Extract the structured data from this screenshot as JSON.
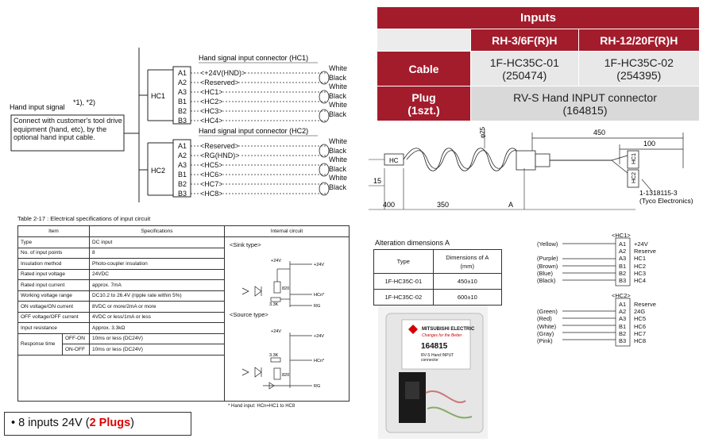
{
  "inputs_table": {
    "header": "Inputs",
    "models": [
      "RH-3/6F(R)H",
      "RH-12/20F(R)H"
    ],
    "rows": [
      {
        "label": "Cable",
        "values": [
          "1F-HC35C-01\n(250474)",
          "1F-HC35C-02\n(254395)"
        ]
      },
      {
        "label": "Plug\n(1szt.)",
        "value": "RV-S Hand INPUT connector\n(164815)"
      }
    ]
  },
  "hand_signal": {
    "label": "Hand input signal",
    "footnote_mark": "*1), *2)",
    "box_text": "Connect with customer's tool drive equipment (hand, etc), by the optional hand input cable.",
    "hc1": {
      "name": "HC1",
      "title": "Hand signal input connector (HC1)",
      "pins": [
        {
          "pin": "A1",
          "signal": "<+24V(HND)>",
          "wire": "White"
        },
        {
          "pin": "A2",
          "signal": "<Reserved>",
          "wire": "Black"
        },
        {
          "pin": "A3",
          "signal": "<HC1>",
          "wire": "White"
        },
        {
          "pin": "B1",
          "signal": "<HC2>",
          "wire": "Black"
        },
        {
          "pin": "B2",
          "signal": "<HC3>",
          "wire": "White"
        },
        {
          "pin": "B3",
          "signal": "<HC4>",
          "wire": "Black"
        }
      ]
    },
    "hc2": {
      "name": "HC2",
      "title": "Hand signal input connector (HC2)",
      "pins": [
        {
          "pin": "A1",
          "signal": "<Reserved>",
          "wire": "White"
        },
        {
          "pin": "A2",
          "signal": "<RG(HND)>",
          "wire": "Black"
        },
        {
          "pin": "A3",
          "signal": "<HC5>",
          "wire": "White"
        },
        {
          "pin": "B1",
          "signal": "<HC6>",
          "wire": "Black"
        },
        {
          "pin": "B2",
          "signal": "<HC7>",
          "wire": "White"
        },
        {
          "pin": "B3",
          "signal": "<HC8>",
          "wire": "Black"
        }
      ]
    }
  },
  "cable_drawing": {
    "dims": [
      "450",
      "100",
      "φ25",
      "15",
      "400",
      "350",
      "A"
    ],
    "connector_label": "HC",
    "plug_labels": [
      "HC1",
      "HC2"
    ],
    "part_no": "1-1318115-3",
    "maker": "(Tyco Electronics)"
  },
  "spec_table": {
    "title": "Table 2-17 : Electrical specifications of input circuit",
    "headers": [
      "Item",
      "Specifications",
      "Internal circuit"
    ],
    "rows": [
      [
        "Type",
        "DC input"
      ],
      [
        "No. of input points",
        "8"
      ],
      [
        "Insulation method",
        "Photo-coupler insulation"
      ],
      [
        "Rated input voltage",
        "24VDC"
      ],
      [
        "Rated input current",
        "approx. 7mA"
      ],
      [
        "Working voltage range",
        "DC10.2 to 26.4V (ripple rate within 5%)"
      ],
      [
        "ON voltage/ON current",
        "8VDC or more/2mA or more"
      ],
      [
        "OFF voltage/OFF current",
        "4VDC or less/1mA or less"
      ],
      [
        "Input resistance",
        "Approx. 3.3kΩ"
      ]
    ],
    "response": {
      "label": "Response time",
      "rows": [
        [
          "OFF-ON",
          "10ms or less (DC24V)"
        ],
        [
          "ON-OFF",
          "10ms or less (DC24V)"
        ]
      ]
    },
    "sink_label": "<Sink type>",
    "source_label": "<Source type>",
    "circuit_labels": {
      "v24": "+24V",
      "r820": "820",
      "r33k": "3.3K",
      "hcn": "HCn*",
      "rg": "RG"
    },
    "footnote": "* Hand input: HCn=HC1 to HC8"
  },
  "alteration": {
    "title": "Alteration dimensions A",
    "headers": [
      "Type",
      "Dimensions of A\n(mm)"
    ],
    "rows": [
      [
        "1F-HC35C-01",
        "450±10"
      ],
      [
        "1F-HC35C-02",
        "600±10"
      ]
    ]
  },
  "pinout": {
    "hc1": {
      "title": "<HC1>",
      "rows": [
        {
          "color": "(Yellow)",
          "pin": "A1",
          "signal": "+24V"
        },
        {
          "color": "",
          "pin": "A2",
          "signal": "Reserve"
        },
        {
          "color": "(Purple)",
          "pin": "A3",
          "signal": "HC1"
        },
        {
          "color": "(Brown)",
          "pin": "B1",
          "signal": "HC2"
        },
        {
          "color": "(Blue)",
          "pin": "B2",
          "signal": "HC3"
        },
        {
          "color": "(Black)",
          "pin": "B3",
          "signal": "HC4"
        }
      ]
    },
    "hc2": {
      "title": "<HC2>",
      "rows": [
        {
          "color": "",
          "pin": "A1",
          "signal": "Reserve"
        },
        {
          "color": "(Green)",
          "pin": "A2",
          "signal": "24G"
        },
        {
          "color": "(Red)",
          "pin": "A3",
          "signal": "HC5"
        },
        {
          "color": "(White)",
          "pin": "B1",
          "signal": "HC6"
        },
        {
          "color": "(Gray)",
          "pin": "B2",
          "signal": "HC7"
        },
        {
          "color": "(Pink)",
          "pin": "B3",
          "signal": "HC8"
        }
      ]
    }
  },
  "photo": {
    "brand": "MITSUBISHI ELECTRIC",
    "tagline": "Changes for the Better",
    "part": "164815",
    "desc": "RV-S Hand INPUT connector"
  },
  "bullet": {
    "prefix": "• 8 inputs 24V (",
    "highlight": "2 Plugs",
    "suffix": ")"
  },
  "colors": {
    "accent": "#a31c2c",
    "highlight": "#e00000"
  }
}
